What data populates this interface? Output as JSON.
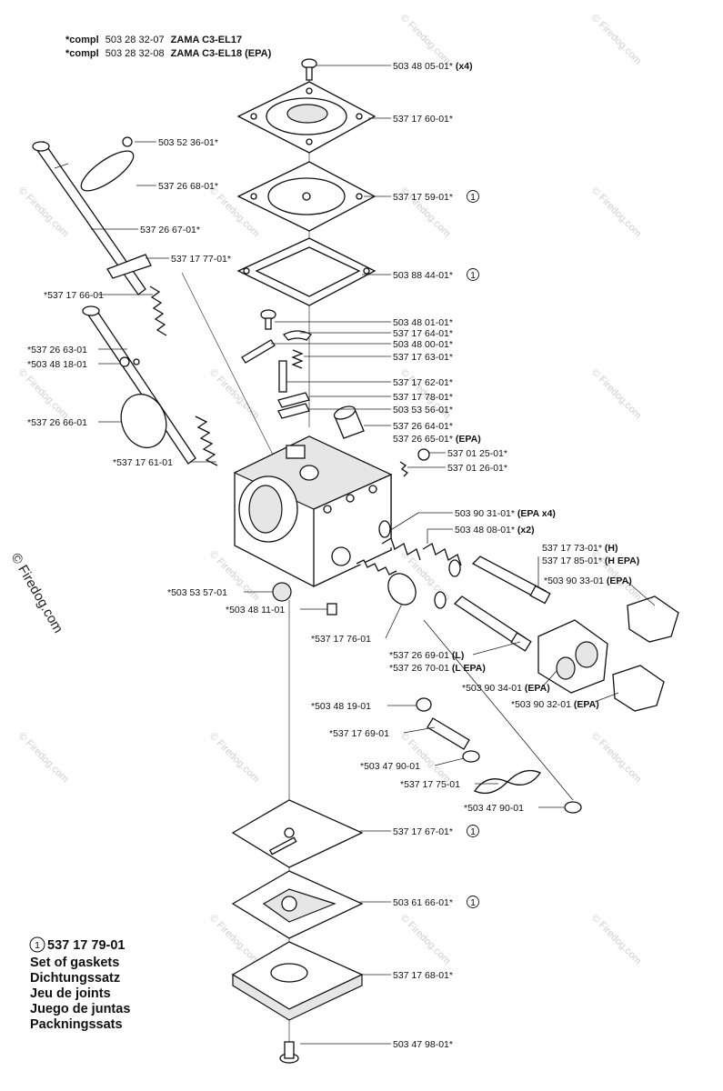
{
  "header": {
    "line1_prefix": "*compl",
    "line1_number": "503 28 32-07",
    "line1_model": "ZAMA C3-EL17",
    "line2_prefix": "*compl",
    "line2_number": "503 28 32-08",
    "line2_model": "ZAMA C3-EL18 (EPA)"
  },
  "callouts": {
    "p01": {
      "num": "503 48 05-01*",
      "note": "(x4)"
    },
    "p02": {
      "num": "537 17 60-01*",
      "note": ""
    },
    "p03": {
      "num": "503 52 36-01*",
      "note": ""
    },
    "p04": {
      "num": "537 26 68-01*",
      "note": ""
    },
    "p05": {
      "num": "537 17 59-01*",
      "note": "1"
    },
    "p06": {
      "num": "537 26 67-01*",
      "note": ""
    },
    "p07": {
      "num": "537 17 77-01*",
      "note": ""
    },
    "p08": {
      "num": "503 88 44-01*",
      "note": "1"
    },
    "p09": {
      "num": "*537 17 66-01",
      "note": ""
    },
    "p10": {
      "num": "503 48 01-01*",
      "note": ""
    },
    "p11": {
      "num": "537 17 64-01*",
      "note": ""
    },
    "p12": {
      "num": "*537 26 63-01",
      "note": ""
    },
    "p13": {
      "num": "503 48 00-01*",
      "note": ""
    },
    "p14": {
      "num": "*503 48 18-01",
      "note": ""
    },
    "p15": {
      "num": "537 17 63-01*",
      "note": ""
    },
    "p16": {
      "num": "537 17 62-01*",
      "note": ""
    },
    "p17": {
      "num": "537 17 78-01*",
      "note": ""
    },
    "p18": {
      "num": "*537 26 66-01",
      "note": ""
    },
    "p19": {
      "num": "503 53 56-01*",
      "note": ""
    },
    "p20": {
      "num": "537 26 64-01*",
      "note": ""
    },
    "p21": {
      "num": "537 26 65-01*",
      "note": "(EPA)"
    },
    "p22": {
      "num": "537 01 25-01*",
      "note": ""
    },
    "p23": {
      "num": "*537 17 61-01",
      "note": ""
    },
    "p24": {
      "num": "537 01 26-01*",
      "note": ""
    },
    "p25": {
      "num": "503 90 31-01*",
      "note": "(EPA x4)"
    },
    "p26": {
      "num": "503 48 08-01*",
      "note": "(x2)"
    },
    "p27": {
      "num": "537 17 73-01*",
      "note": "(H)"
    },
    "p28": {
      "num": "537 17 85-01*",
      "note": "(H EPA)"
    },
    "p29": {
      "num": "*503 90 33-01",
      "note": "(EPA)"
    },
    "p30": {
      "num": "*503 53 57-01",
      "note": ""
    },
    "p31": {
      "num": "*503 48 11-01",
      "note": ""
    },
    "p32": {
      "num": "*537 17 76-01",
      "note": ""
    },
    "p33": {
      "num": "*537 26 69-01",
      "note": "(L)"
    },
    "p34": {
      "num": "*537 26 70-01",
      "note": "(L EPA)"
    },
    "p35": {
      "num": "*503 90 34-01",
      "note": "(EPA)"
    },
    "p36": {
      "num": "*503 48 19-01",
      "note": ""
    },
    "p37": {
      "num": "*503 90 32-01",
      "note": "(EPA)"
    },
    "p38": {
      "num": "*537 17 69-01",
      "note": ""
    },
    "p39": {
      "num": "*503 47 90-01",
      "note": ""
    },
    "p40": {
      "num": "*537 17 75-01",
      "note": ""
    },
    "p41": {
      "num": "*503 47 90-01",
      "note": ""
    },
    "p42": {
      "num": "537 17 67-01*",
      "note": "1"
    },
    "p43": {
      "num": "503 61 66-01*",
      "note": "1"
    },
    "p44": {
      "num": "537 17 68-01*",
      "note": ""
    },
    "p45": {
      "num": "503 47 98-01*",
      "note": ""
    }
  },
  "kit": {
    "marker": "1",
    "number": "537 17 79-01",
    "lines": [
      "Set of gaskets",
      "Dichtungssatz",
      "Jeu de joints",
      "Juego de juntas",
      "Packningssats"
    ]
  },
  "watermark": "© Firedog.com",
  "copyright": "© Firedog.com"
}
